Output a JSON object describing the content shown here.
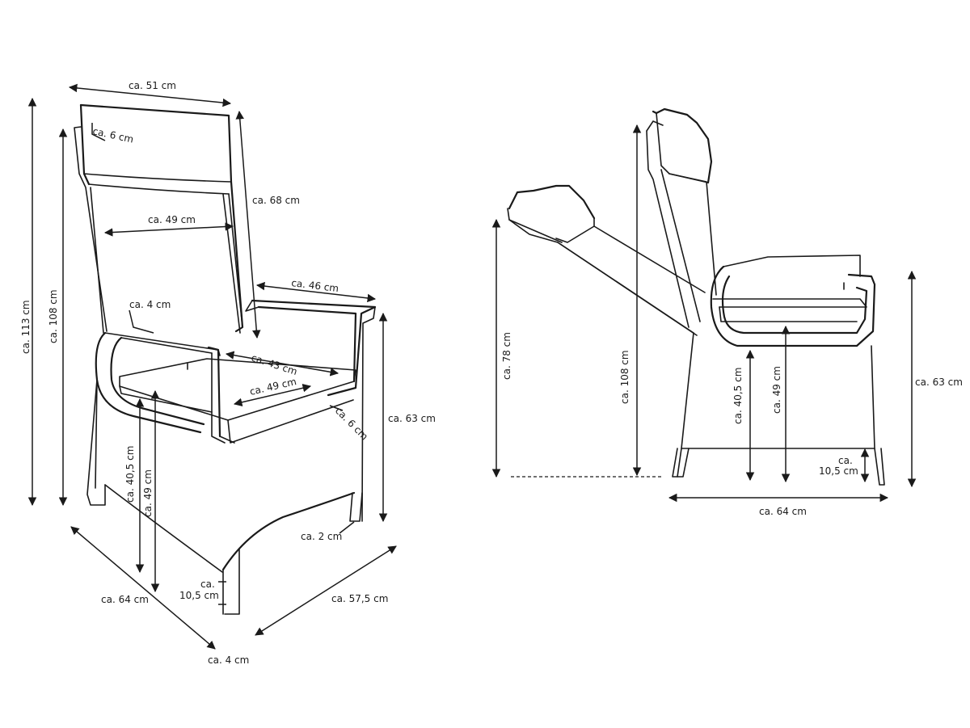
{
  "front_view": {
    "width_top": "ca. 51 cm",
    "headrest_depth": "ca. 6 cm",
    "back_height": "ca. 68 cm",
    "inner_back_width": "ca. 49 cm",
    "total_height": "ca. 113 cm",
    "seat_height_back": "ca. 108 cm",
    "armrest_length": "ca. 46 cm",
    "armrest_width": "ca. 4 cm",
    "seat_depth": "ca. 43 cm",
    "seat_width": "ca. 49 cm",
    "cushion_thickness": "ca. 6 cm",
    "armrest_height": "ca. 63 cm",
    "seat_height_front": "ca. 40,5 cm",
    "seat_height_cushion": "ca. 49 cm",
    "leg_width": "ca. 2 cm",
    "foot_clearance": "ca.\n10,5 cm",
    "foot_clearance_line1": "ca.",
    "foot_clearance_line2": "10,5 cm",
    "depth_total": "ca. 64 cm",
    "width_total": "ca. 57,5 cm",
    "leg_depth": "ca. 4 cm"
  },
  "side_view": {
    "reclined_height": "ca. 78 cm",
    "total_height": "ca. 108 cm",
    "seat_height": "ca. 40,5 cm",
    "cushion_height": "ca. 49 cm",
    "armrest_height": "ca. 63 cm",
    "foot_clearance_line1": "ca.",
    "foot_clearance_line2": "10,5 cm",
    "depth_total": "ca. 64 cm"
  }
}
